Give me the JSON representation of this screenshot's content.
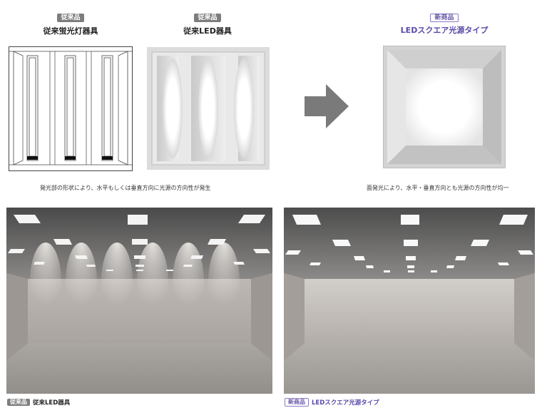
{
  "fixtures": [
    {
      "badge": "従来品",
      "name": "従来蛍光灯器具"
    },
    {
      "badge": "従来品",
      "name": "従来LED器具"
    },
    {
      "badge": "新商品",
      "name": "LEDスクエア光源タイプ"
    }
  ],
  "captions": {
    "left": "発光部の形状により、水平もしくは垂直方向に光源の方向性が発生",
    "right": "面発光により、水平・垂直方向とも光源の方向性が均一"
  },
  "rooms": {
    "left": {
      "badge": "従来品",
      "label": "従来LED器具"
    },
    "right": {
      "badge": "新商品",
      "label": "LEDスクエア光源タイプ"
    }
  },
  "colors": {
    "accent_new": "#5b4aa8",
    "badge_gray": "#7d7d7d"
  }
}
